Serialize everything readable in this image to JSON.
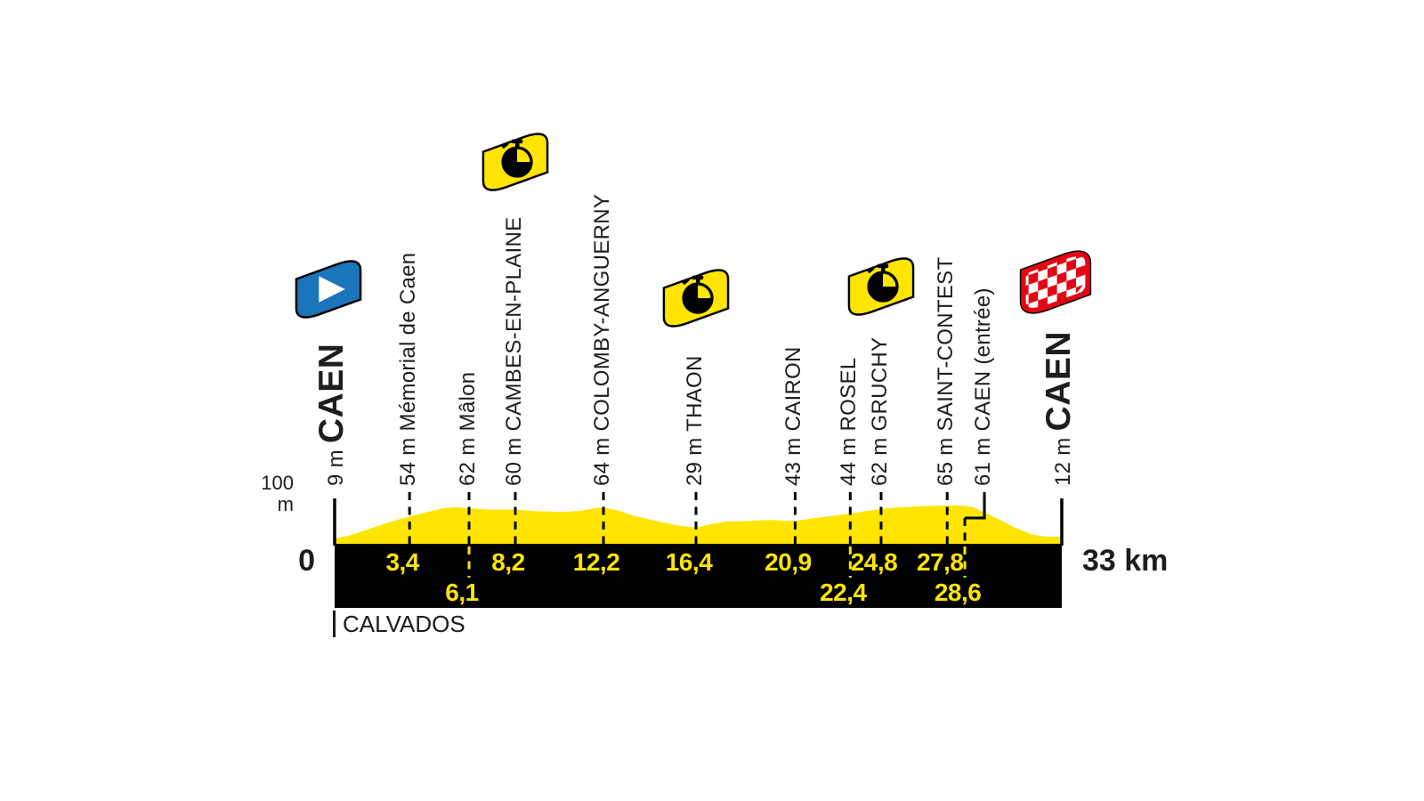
{
  "chart_data": {
    "type": "area",
    "unit_scale_label": "100 m",
    "start_km_label": "0",
    "total_distance_label": "33 km",
    "department_label": "CALVADOS",
    "distance_km_total": 33,
    "elevation_axis_max_m": 100,
    "grid": "off",
    "colors": {
      "route_yellow": "#FFE500",
      "bar_black": "#000000",
      "start_blue": "#1B75BB",
      "finish_red": "#E30613",
      "text_black": "#1D1D1B",
      "flag_triangle_white": "#FFFFFF"
    },
    "waypoints": [
      {
        "name": "CAEN",
        "elevation_label": "9 m",
        "km": 0,
        "km_label": null,
        "row": null,
        "flag": "start",
        "endpoint": true,
        "connector": "axis"
      },
      {
        "name": "Mémorial de Caen",
        "elevation_label": "54 m",
        "km": 3.4,
        "km_label": "3,4",
        "row": 1,
        "flag": null,
        "endpoint": false,
        "connector": "dash"
      },
      {
        "name": "Mâlon",
        "elevation_label": "62 m",
        "km": 6.1,
        "km_label": "6,1",
        "row": 2,
        "flag": null,
        "endpoint": false,
        "connector": "dash"
      },
      {
        "name": "CAMBES-EN-PLAINE",
        "elevation_label": "60 m",
        "km": 8.2,
        "km_label": "8,2",
        "row": 1,
        "flag": "timecheck",
        "endpoint": false,
        "connector": "dash"
      },
      {
        "name": "COLOMBY-ANGUERNY",
        "elevation_label": "64 m",
        "km": 12.2,
        "km_label": "12,2",
        "row": 1,
        "flag": null,
        "endpoint": false,
        "connector": "dash"
      },
      {
        "name": "THAON",
        "elevation_label": "29 m",
        "km": 16.4,
        "km_label": "16,4",
        "row": 1,
        "flag": "timecheck",
        "endpoint": false,
        "connector": "dash"
      },
      {
        "name": "CAIRON",
        "elevation_label": "43 m",
        "km": 20.9,
        "km_label": "20,9",
        "row": 1,
        "flag": null,
        "endpoint": false,
        "connector": "dash"
      },
      {
        "name": "ROSEL",
        "elevation_label": "44 m",
        "km": 22.4,
        "km_label": "22,4",
        "row": 2,
        "flag": null,
        "endpoint": false,
        "connector": "dash"
      },
      {
        "name": "GRUCHY",
        "elevation_label": "62 m",
        "km": 24.8,
        "km_label": "24,8",
        "row": 1,
        "flag": "timecheck",
        "endpoint": false,
        "connector": "dash"
      },
      {
        "name": "SAINT-CONTEST",
        "elevation_label": "65 m",
        "km": 27.8,
        "km_label": "27,8",
        "row": 1,
        "flag": null,
        "endpoint": false,
        "connector": "dash"
      },
      {
        "name": "CAEN (entrée)",
        "elevation_label": "61 m",
        "km": 28.6,
        "km_label": "28,6",
        "row": 2,
        "flag": null,
        "endpoint": false,
        "connector": "elbow"
      },
      {
        "name": "CAEN",
        "elevation_label": "12 m",
        "km": 33,
        "km_label": null,
        "row": null,
        "flag": "finish",
        "endpoint": true,
        "connector": "axis"
      }
    ],
    "profile_points": [
      [
        0,
        9
      ],
      [
        0.7,
        15
      ],
      [
        1.5,
        25
      ],
      [
        2.4,
        37
      ],
      [
        3.4,
        48
      ],
      [
        4.2,
        56
      ],
      [
        5.0,
        63
      ],
      [
        5.6,
        64
      ],
      [
        6.1,
        62
      ],
      [
        7.1,
        60
      ],
      [
        8.2,
        60
      ],
      [
        9.3,
        57
      ],
      [
        10.4,
        56
      ],
      [
        11.2,
        58
      ],
      [
        11.9,
        63
      ],
      [
        12.2,
        64
      ],
      [
        12.9,
        58
      ],
      [
        13.6,
        49
      ],
      [
        14.6,
        40
      ],
      [
        15.6,
        32
      ],
      [
        16.2,
        29
      ],
      [
        16.6,
        30
      ],
      [
        17.0,
        34
      ],
      [
        17.8,
        39
      ],
      [
        18.8,
        40
      ],
      [
        19.8,
        42
      ],
      [
        20.5,
        40
      ],
      [
        20.9,
        40
      ],
      [
        21.6,
        44
      ],
      [
        22.4,
        48
      ],
      [
        23.4,
        53
      ],
      [
        24.2,
        58
      ],
      [
        24.8,
        61
      ],
      [
        25.6,
        64
      ],
      [
        26.6,
        66
      ],
      [
        27.6,
        67
      ],
      [
        28.4,
        67
      ],
      [
        28.9,
        65
      ],
      [
        29.5,
        55
      ],
      [
        30.2,
        42
      ],
      [
        30.9,
        28
      ],
      [
        31.6,
        17
      ],
      [
        32.2,
        13
      ],
      [
        33,
        12
      ]
    ]
  }
}
